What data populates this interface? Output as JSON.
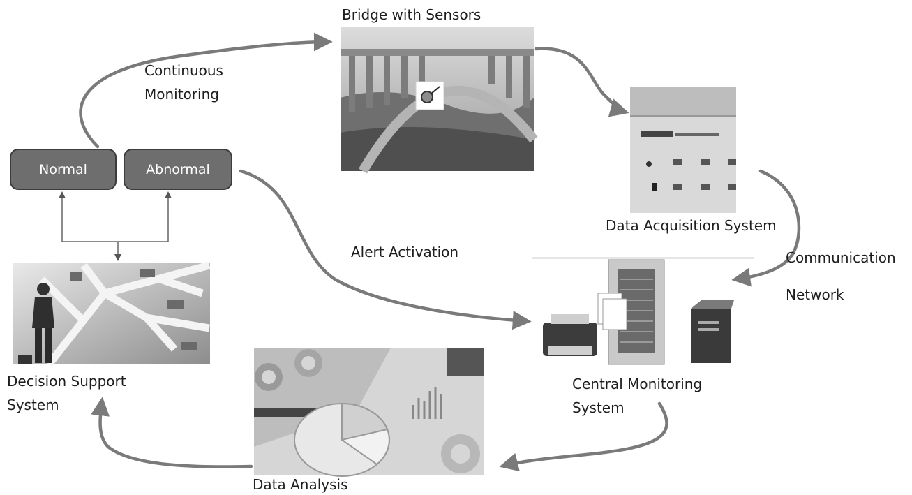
{
  "nodes": {
    "bridge": {
      "label": "Bridge with Sensors"
    },
    "daq": {
      "label": "Data Acquisition System"
    },
    "central": {
      "label_line1": "Central Monitoring",
      "label_line2": "System"
    },
    "analysis": {
      "label": "Data Analysis"
    },
    "decision": {
      "label_line1": "Decision Support",
      "label_line2": "System"
    },
    "normal": {
      "label": "Normal"
    },
    "abnormal": {
      "label": "Abnormal"
    }
  },
  "edges": {
    "continuous": {
      "label_line1": "Continuous",
      "label_line2": "Monitoring"
    },
    "alert": {
      "label": "Alert Activation"
    },
    "network": {
      "label_line1": "Communication",
      "label_line2": "Network"
    }
  },
  "colors": {
    "arrow": "#7a7a7a",
    "status_box": "#6e6e6e",
    "status_box_border": "#3c3c3c"
  }
}
